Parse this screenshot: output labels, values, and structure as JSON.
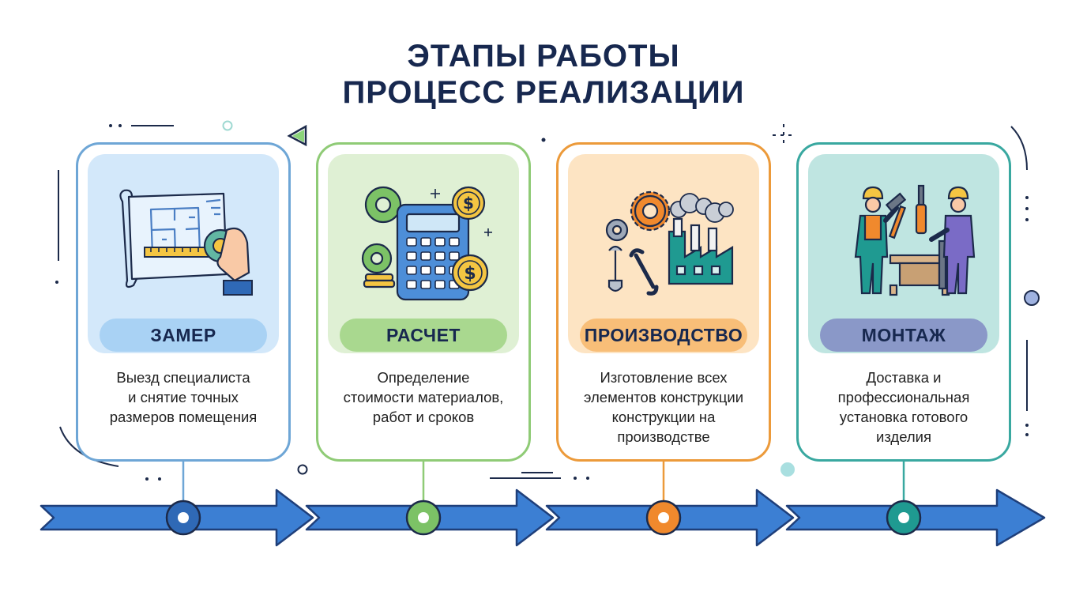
{
  "header": {
    "title_line1": "ЭТАПЫ РАБОТЫ",
    "title_line2": "ПРОЦЕСС РЕАЛИЗАЦИИ"
  },
  "stages": [
    {
      "label": "ЗАМЕР",
      "desc_lines": [
        "Выезд специалиста",
        "и снятие точных",
        "размеров помещения"
      ],
      "icon": "blueprint-measure-icon",
      "border_color": "#6ea6d6",
      "panel_color": "#d3e8fa",
      "pill_color": "#a9d2f4",
      "node_color": "#2f69b6"
    },
    {
      "label": "РАСЧЕТ",
      "desc_lines": [
        "Определение",
        "стоимости материалов,",
        "работ и сроков"
      ],
      "icon": "calculator-coins-icon",
      "border_color": "#8fcb76",
      "panel_color": "#dff0d4",
      "pill_color": "#a9d88f",
      "node_color": "#7cc266"
    },
    {
      "label": "ПРОИЗВОДСТВО",
      "desc_lines": [
        "Изготовление всех",
        "элементов конструкции",
        "конструкции на",
        "производстве"
      ],
      "icon": "factory-tools-icon",
      "border_color": "#ec9a3a",
      "panel_color": "#fde4c3",
      "pill_color": "#f8be78",
      "node_color": "#f0892d"
    },
    {
      "label": "МОНТАЖ",
      "desc_lines": [
        "Доставка и",
        "профессиональная",
        "установка готового",
        "изделия"
      ],
      "icon": "workers-installation-icon",
      "border_color": "#39a8a0",
      "panel_color": "#bfe5e1",
      "pill_color": "#8a98c8",
      "node_color": "#1f9a91"
    }
  ],
  "timeline": {
    "arrow_color": "#3c7fd3",
    "arrow_outline": "#1f3f7a"
  }
}
